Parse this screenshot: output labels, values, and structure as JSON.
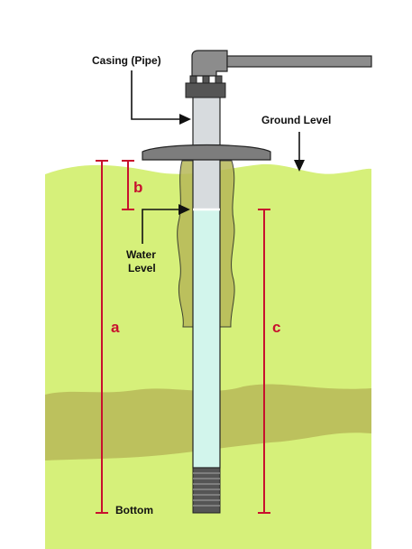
{
  "labels": {
    "casing": "Casing (Pipe)",
    "ground_level": "Ground Level",
    "water_level_line1": "Water",
    "water_level_line2": "Level",
    "bottom": "Bottom"
  },
  "measurements": {
    "a": "a",
    "b": "b",
    "c": "c"
  },
  "colors": {
    "ground": "#d6f07a",
    "clay_band": "#b7b858",
    "pipe": "#d7dbde",
    "water": "#d2f5ec",
    "fitting": "#8c8c8c",
    "dark_fitting": "#555555",
    "measure_line": "#c8102e",
    "outline": "#222222"
  }
}
